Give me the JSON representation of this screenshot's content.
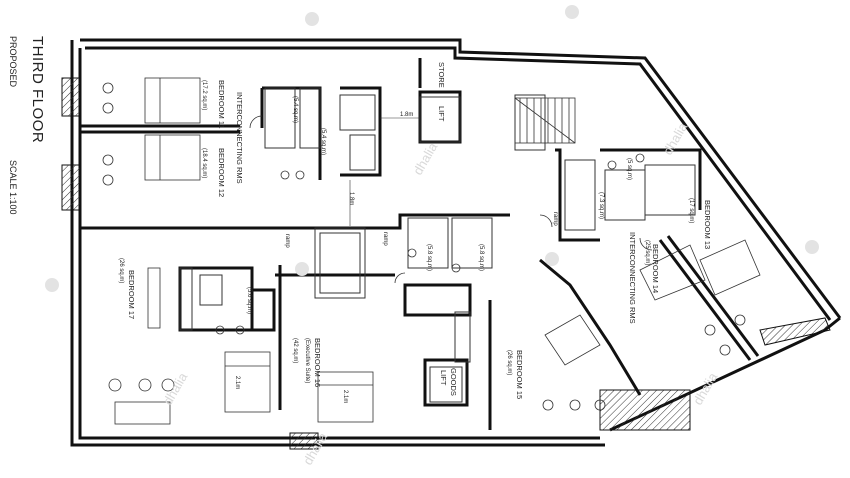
{
  "drawing": {
    "title": "THIRD FLOOR",
    "status": "PROPOSED",
    "scale": "SCALE 1:100"
  },
  "rooms": {
    "bedroom_11": "BEDROOM 11",
    "bedroom_11_area": "(17.2 sq.m)",
    "bedroom_12": "BEDROOM 12",
    "bedroom_12_area": "(18.4 sq.m)",
    "interconnecting_1": "INTERCONNECTING RMS",
    "bath_a_area": "(5.4 sq.m)",
    "bath_b_area": "(5.4 sq.m)",
    "store": "STORE",
    "lift": "LIFT",
    "dim_1": "1.8m",
    "dim_2": "1.8m",
    "bedroom_13": "BEDROOM 13",
    "bedroom_13_area": "(17 sq.m)",
    "bedroom_14": "BEDROOM 14",
    "bedroom_14_area": "(25 sq.m)",
    "interconnecting_2": "INTERCONNECTING RMS",
    "bath_c_area": "(7.3 sq.m)",
    "bath_d_area": "(5 sq.m)",
    "bedroom_17": "BEDROOM 17",
    "bedroom_17_area": "(26 sq.m)",
    "bath_e_area": "(5.6 sq.m)",
    "bedroom_16": "BEDROOM 16",
    "bedroom_16_sub": "(Executive Suite)",
    "bedroom_16_area": "(42 sq.m)",
    "bath_f_area": "(5.8 sq.m)",
    "bath_g_area": "(5.8 sq.m)",
    "goods_lift": "GOODS",
    "goods_lift_2": "LIFT",
    "bedroom_15": "BEDROOM 15",
    "bedroom_15_area": "(26 sq.m)",
    "ramp_1": "ramp",
    "ramp_2": "ramp",
    "ramp_3": "ramp",
    "bed_dim_1": "2.1m",
    "bed_dim_2": "2.1m"
  },
  "watermark": {
    "text": "dhalia"
  }
}
